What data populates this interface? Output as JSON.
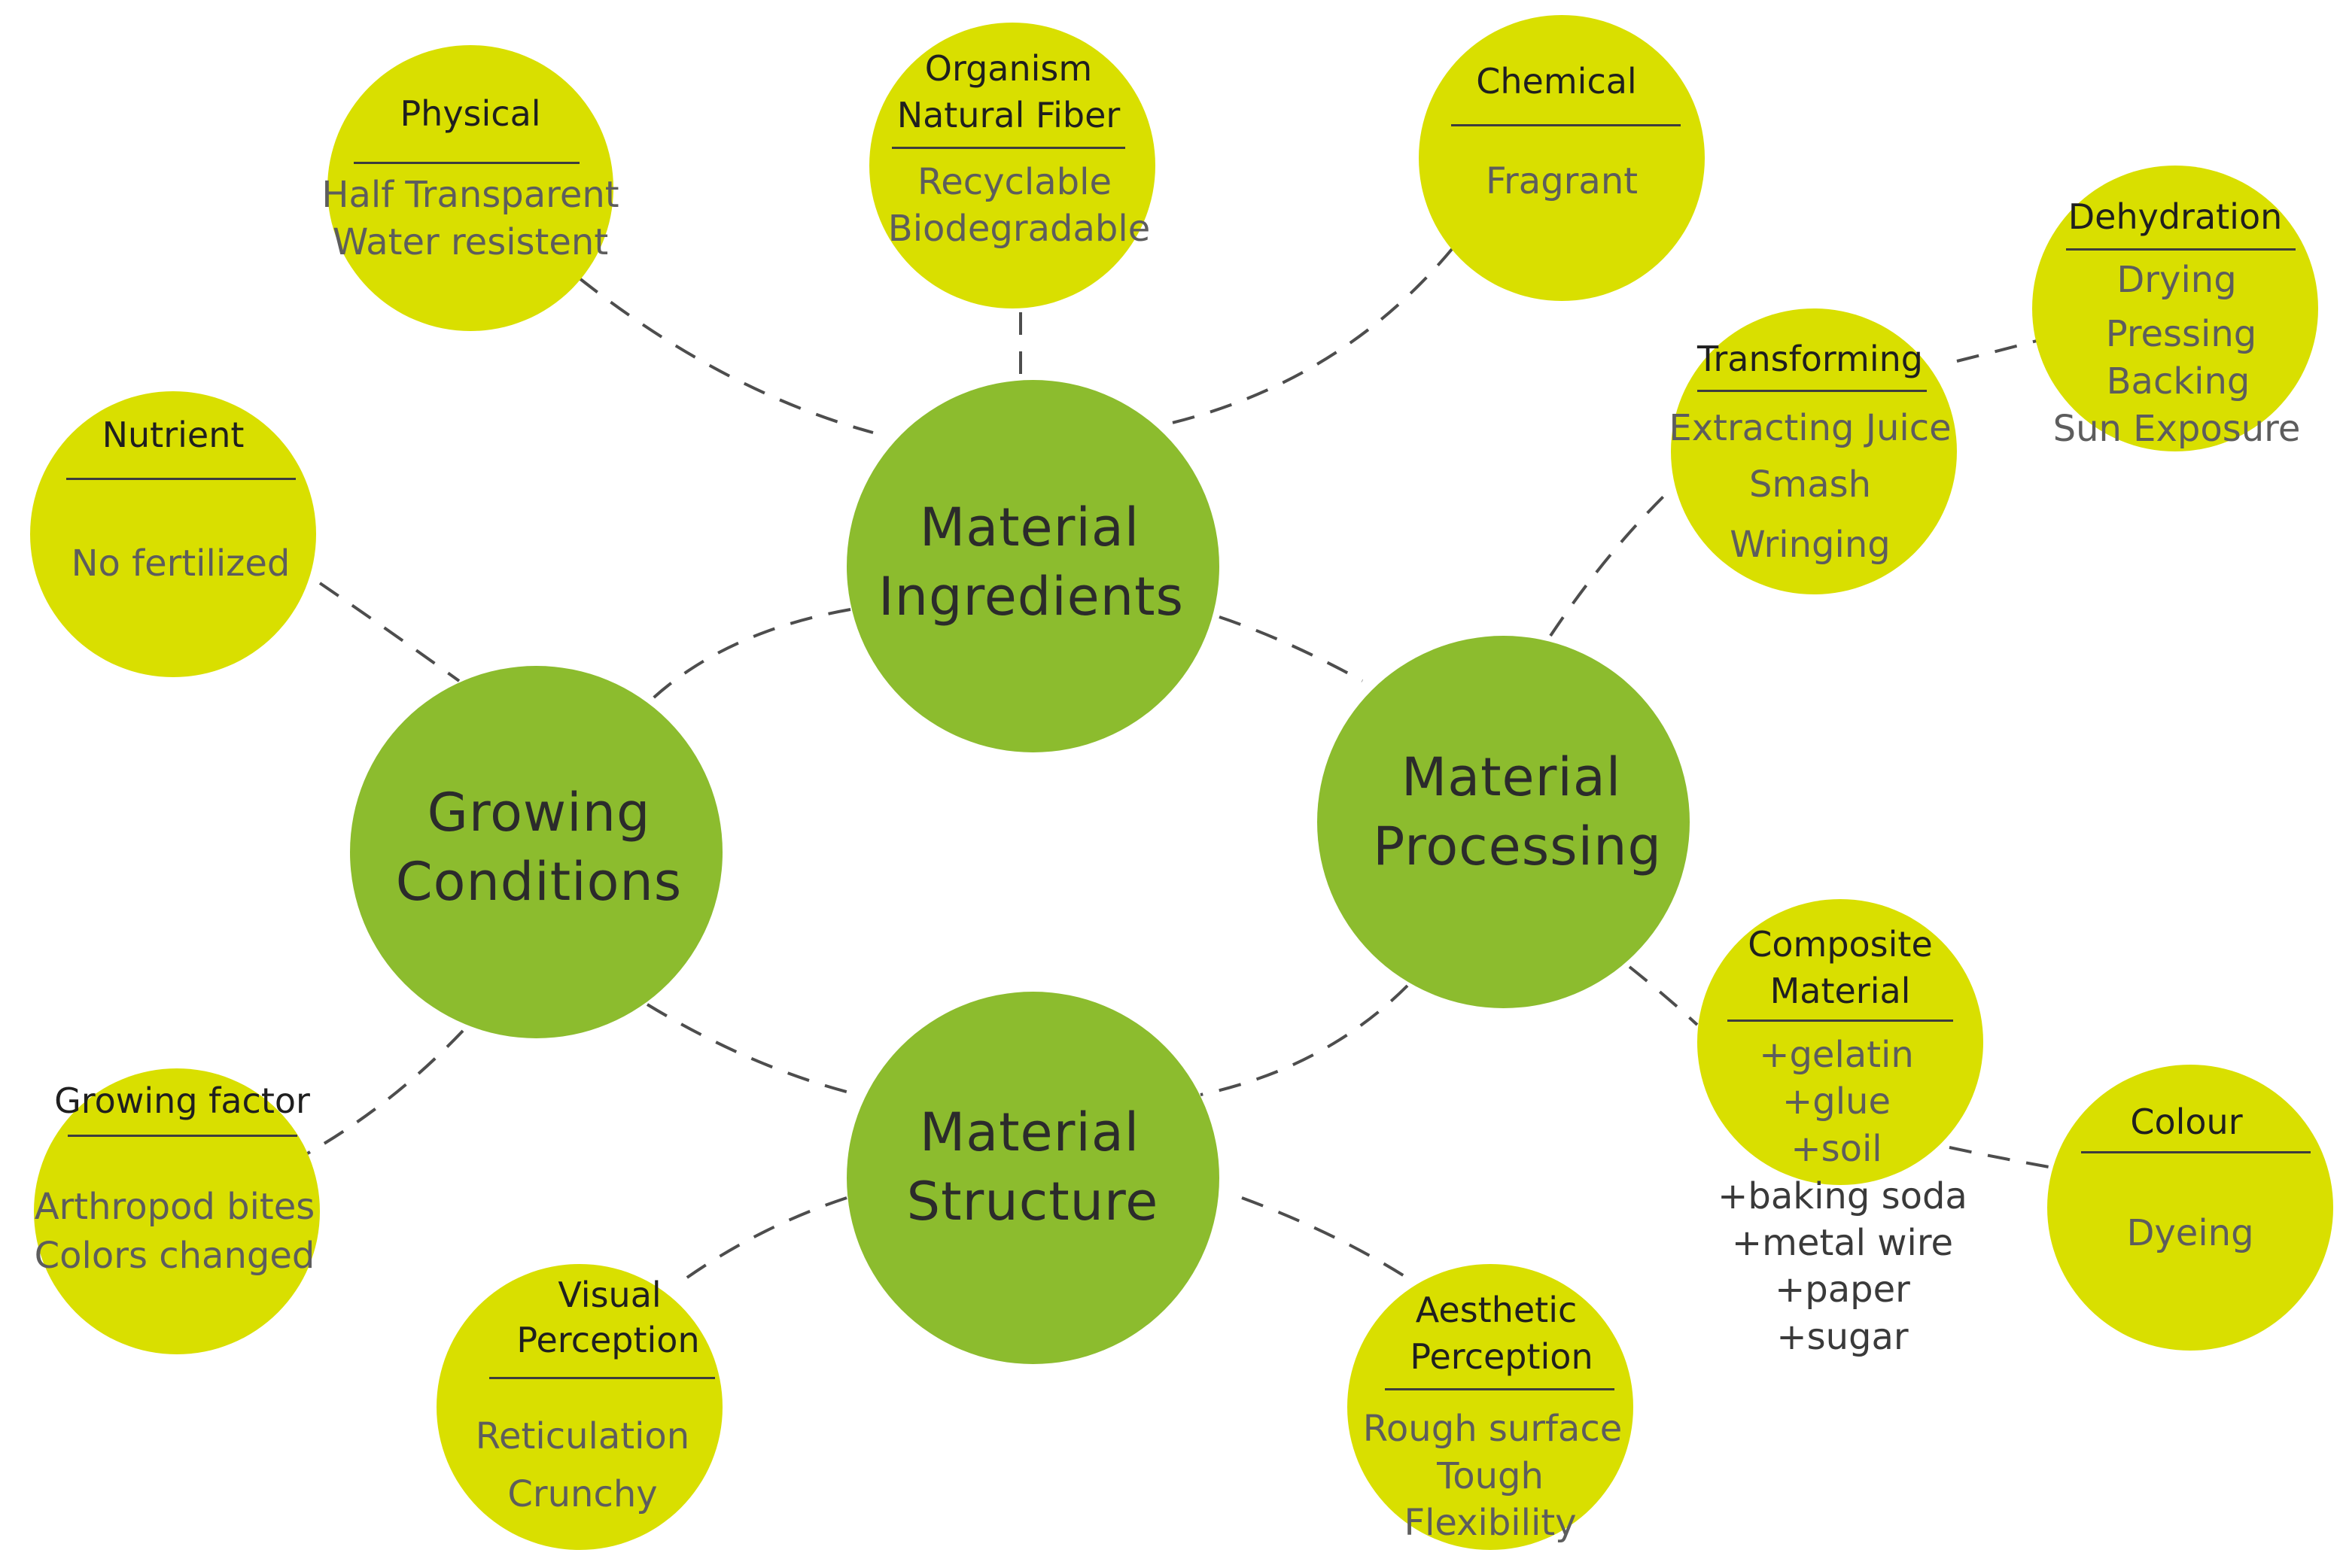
{
  "colors": {
    "main": "#8cbc2e",
    "sub": "#d9df00",
    "link": "#4d4d4d"
  },
  "main_nodes": {
    "ingredients": [
      "Material",
      "Ingredients"
    ],
    "growing": [
      "Growing",
      "Conditions"
    ],
    "processing": [
      "Material",
      "Processing"
    ],
    "structure": [
      "Material",
      "Structure"
    ]
  },
  "physical": {
    "title": "Physical",
    "items": [
      "Half  Transparent",
      "Water resistent"
    ]
  },
  "organism": {
    "title": [
      "Organism",
      "Natural Fiber"
    ],
    "items": [
      "Recyclable",
      "Biodegradable"
    ]
  },
  "chemical": {
    "title": "Chemical",
    "items": [
      "Fragrant"
    ]
  },
  "nutrient": {
    "title": "Nutrient",
    "items": [
      "No fertilized"
    ]
  },
  "transforming": {
    "title": "Transforming",
    "items": [
      "Extracting Juice",
      "Smash",
      "Wringing"
    ]
  },
  "dehydration": {
    "title": "Dehydration",
    "items": [
      "Drying",
      "Pressing",
      "Backing",
      "Sun Exposure"
    ]
  },
  "composite": {
    "title": [
      "Composite",
      "Material"
    ],
    "items": [
      "+gelatin",
      "+glue",
      "+soil",
      "+baking soda",
      "+metal wire",
      "+paper",
      "+sugar"
    ]
  },
  "colour": {
    "title": "Colour",
    "items": [
      "Dyeing"
    ]
  },
  "growing_factor": {
    "title": "Growing factor",
    "items": [
      "Arthropod bites",
      "Colors changed"
    ]
  },
  "visual": {
    "title": [
      "Visual",
      "Perception"
    ],
    "items": [
      "Reticulation",
      "Crunchy"
    ]
  },
  "aesthetic": {
    "title": [
      "Aesthetic",
      "Perception"
    ],
    "items": [
      "Rough surface",
      "Tough",
      "Flexibility"
    ]
  }
}
